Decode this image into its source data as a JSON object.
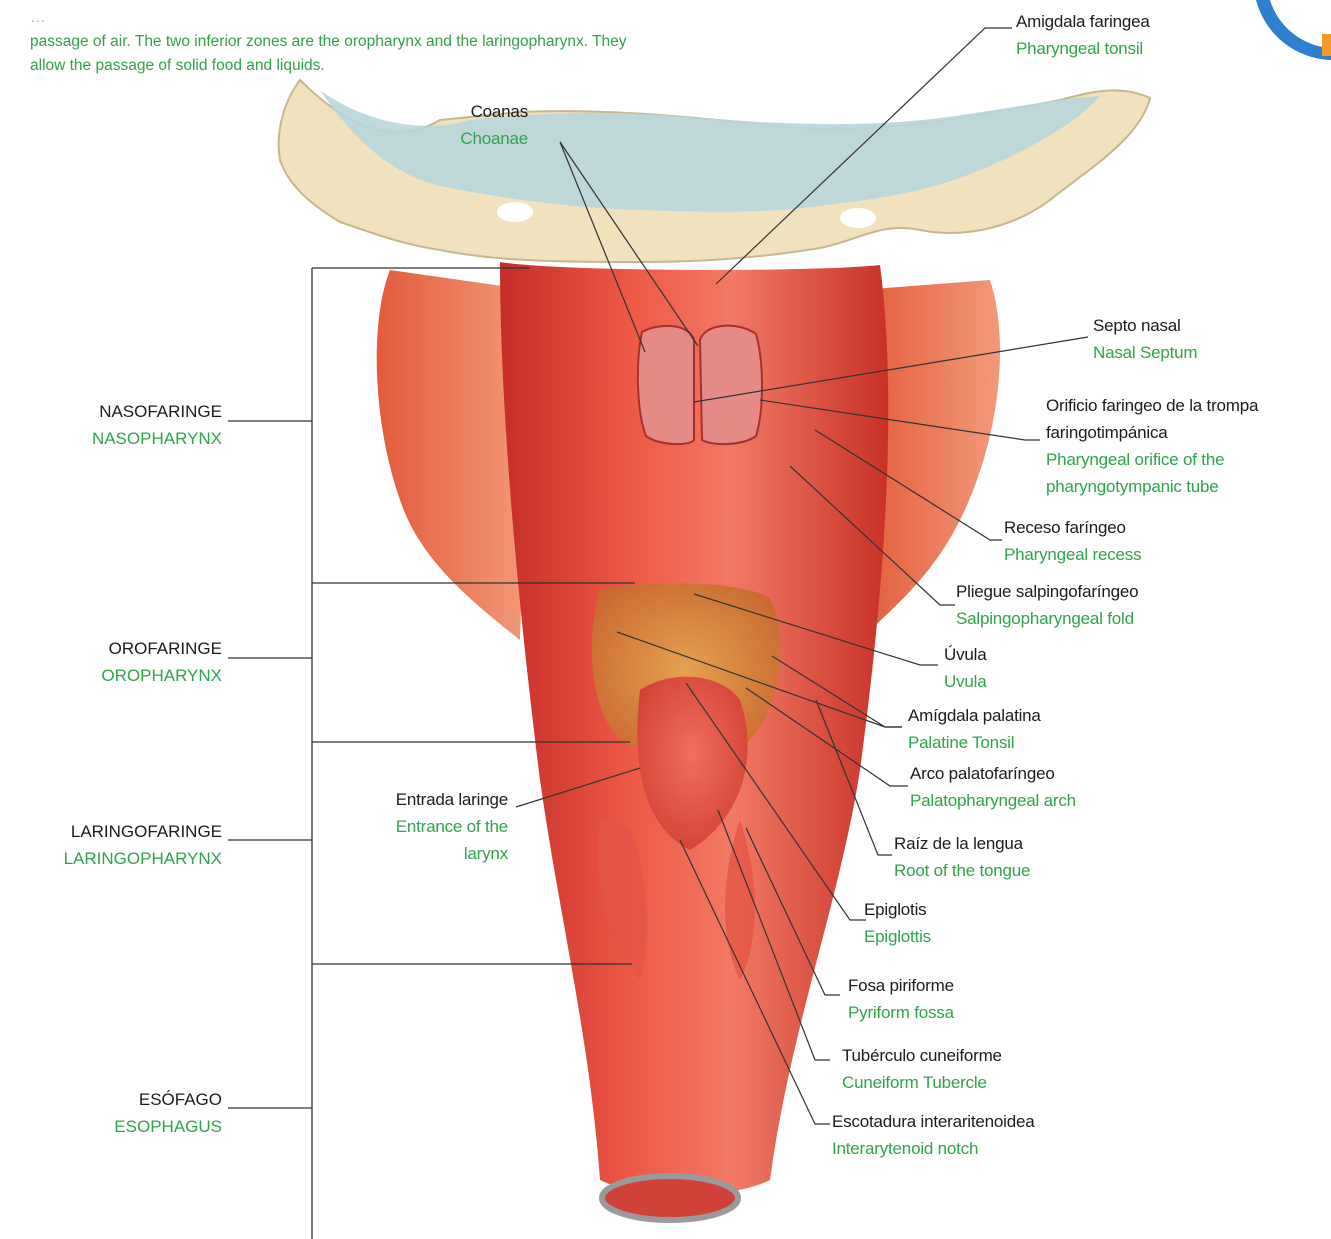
{
  "intro": {
    "line1_partial": "…",
    "line2": "passage of air. The two inferior zones are the oropharynx and the laringopharynx. They",
    "line3": "allow the passage of solid food and liquids."
  },
  "regions": [
    {
      "key": "naso",
      "es": "NASOFARINGE",
      "en": "NASOPHARYNX"
    },
    {
      "key": "oro",
      "es": "OROFARINGE",
      "en": "OROPHARYNX"
    },
    {
      "key": "laringo",
      "es": "LARINGOFARINGE",
      "en": "LARINGOPHARYNX"
    },
    {
      "key": "eso",
      "es": "ESÓFAGO",
      "en": "ESOPHAGUS"
    }
  ],
  "labels": {
    "pharyngeal_tonsil": {
      "es": "Amigdala faringea",
      "en": "Pharyngeal tonsil"
    },
    "choanae": {
      "es": "Coanas",
      "en": "Choanae"
    },
    "nasal_septum": {
      "es": "Septo nasal",
      "en": "Nasal Septum"
    },
    "tube_orifice": {
      "es1": "Orificio faringeo de la trompa",
      "es2": "faringotimpánica",
      "en1": "Pharyngeal orifice of the",
      "en2": "pharyngotympanic tube"
    },
    "pharyngeal_recess": {
      "es": "Receso faríngeo",
      "en": "Pharyngeal recess"
    },
    "salpingo_fold": {
      "es": "Pliegue salpingofaríngeo",
      "en": "Salpingopharyngeal fold"
    },
    "uvula": {
      "es": "Úvula",
      "en": "Uvula"
    },
    "palatine_tonsil": {
      "es": "Amígdala palatina",
      "en": "Palatine Tonsil"
    },
    "palato_arch": {
      "es": "Arco palatofaríngeo",
      "en": "Palatopharyngeal arch"
    },
    "tongue_root": {
      "es": "Raíz de la lengua",
      "en": "Root of the tongue"
    },
    "epiglottis": {
      "es": "Epiglotis",
      "en": "Epiglottis"
    },
    "pyriform": {
      "es": "Fosa piriforme",
      "en": "Pyriform fossa"
    },
    "cuneiform": {
      "es": "Tubérculo cuneiforme",
      "en": "Cuneiform Tubercle"
    },
    "interarytenoid": {
      "es": "Escotadura interaritenoidea",
      "en": "Interarytenoid notch"
    },
    "larynx_entrance": {
      "es": "Entrada laringe",
      "en1": "Entrance of the",
      "en2": "larynx"
    }
  },
  "colors": {
    "muscle": "#e8453a",
    "muscle_dark": "#c7302a",
    "bone": "#f1e2bd",
    "cartilage": "#b8d6dc",
    "tonsil": "#d98a3c",
    "label_en": "#2fa44a",
    "label_es": "#1c1c1c",
    "logo": "#2f7fd1"
  }
}
